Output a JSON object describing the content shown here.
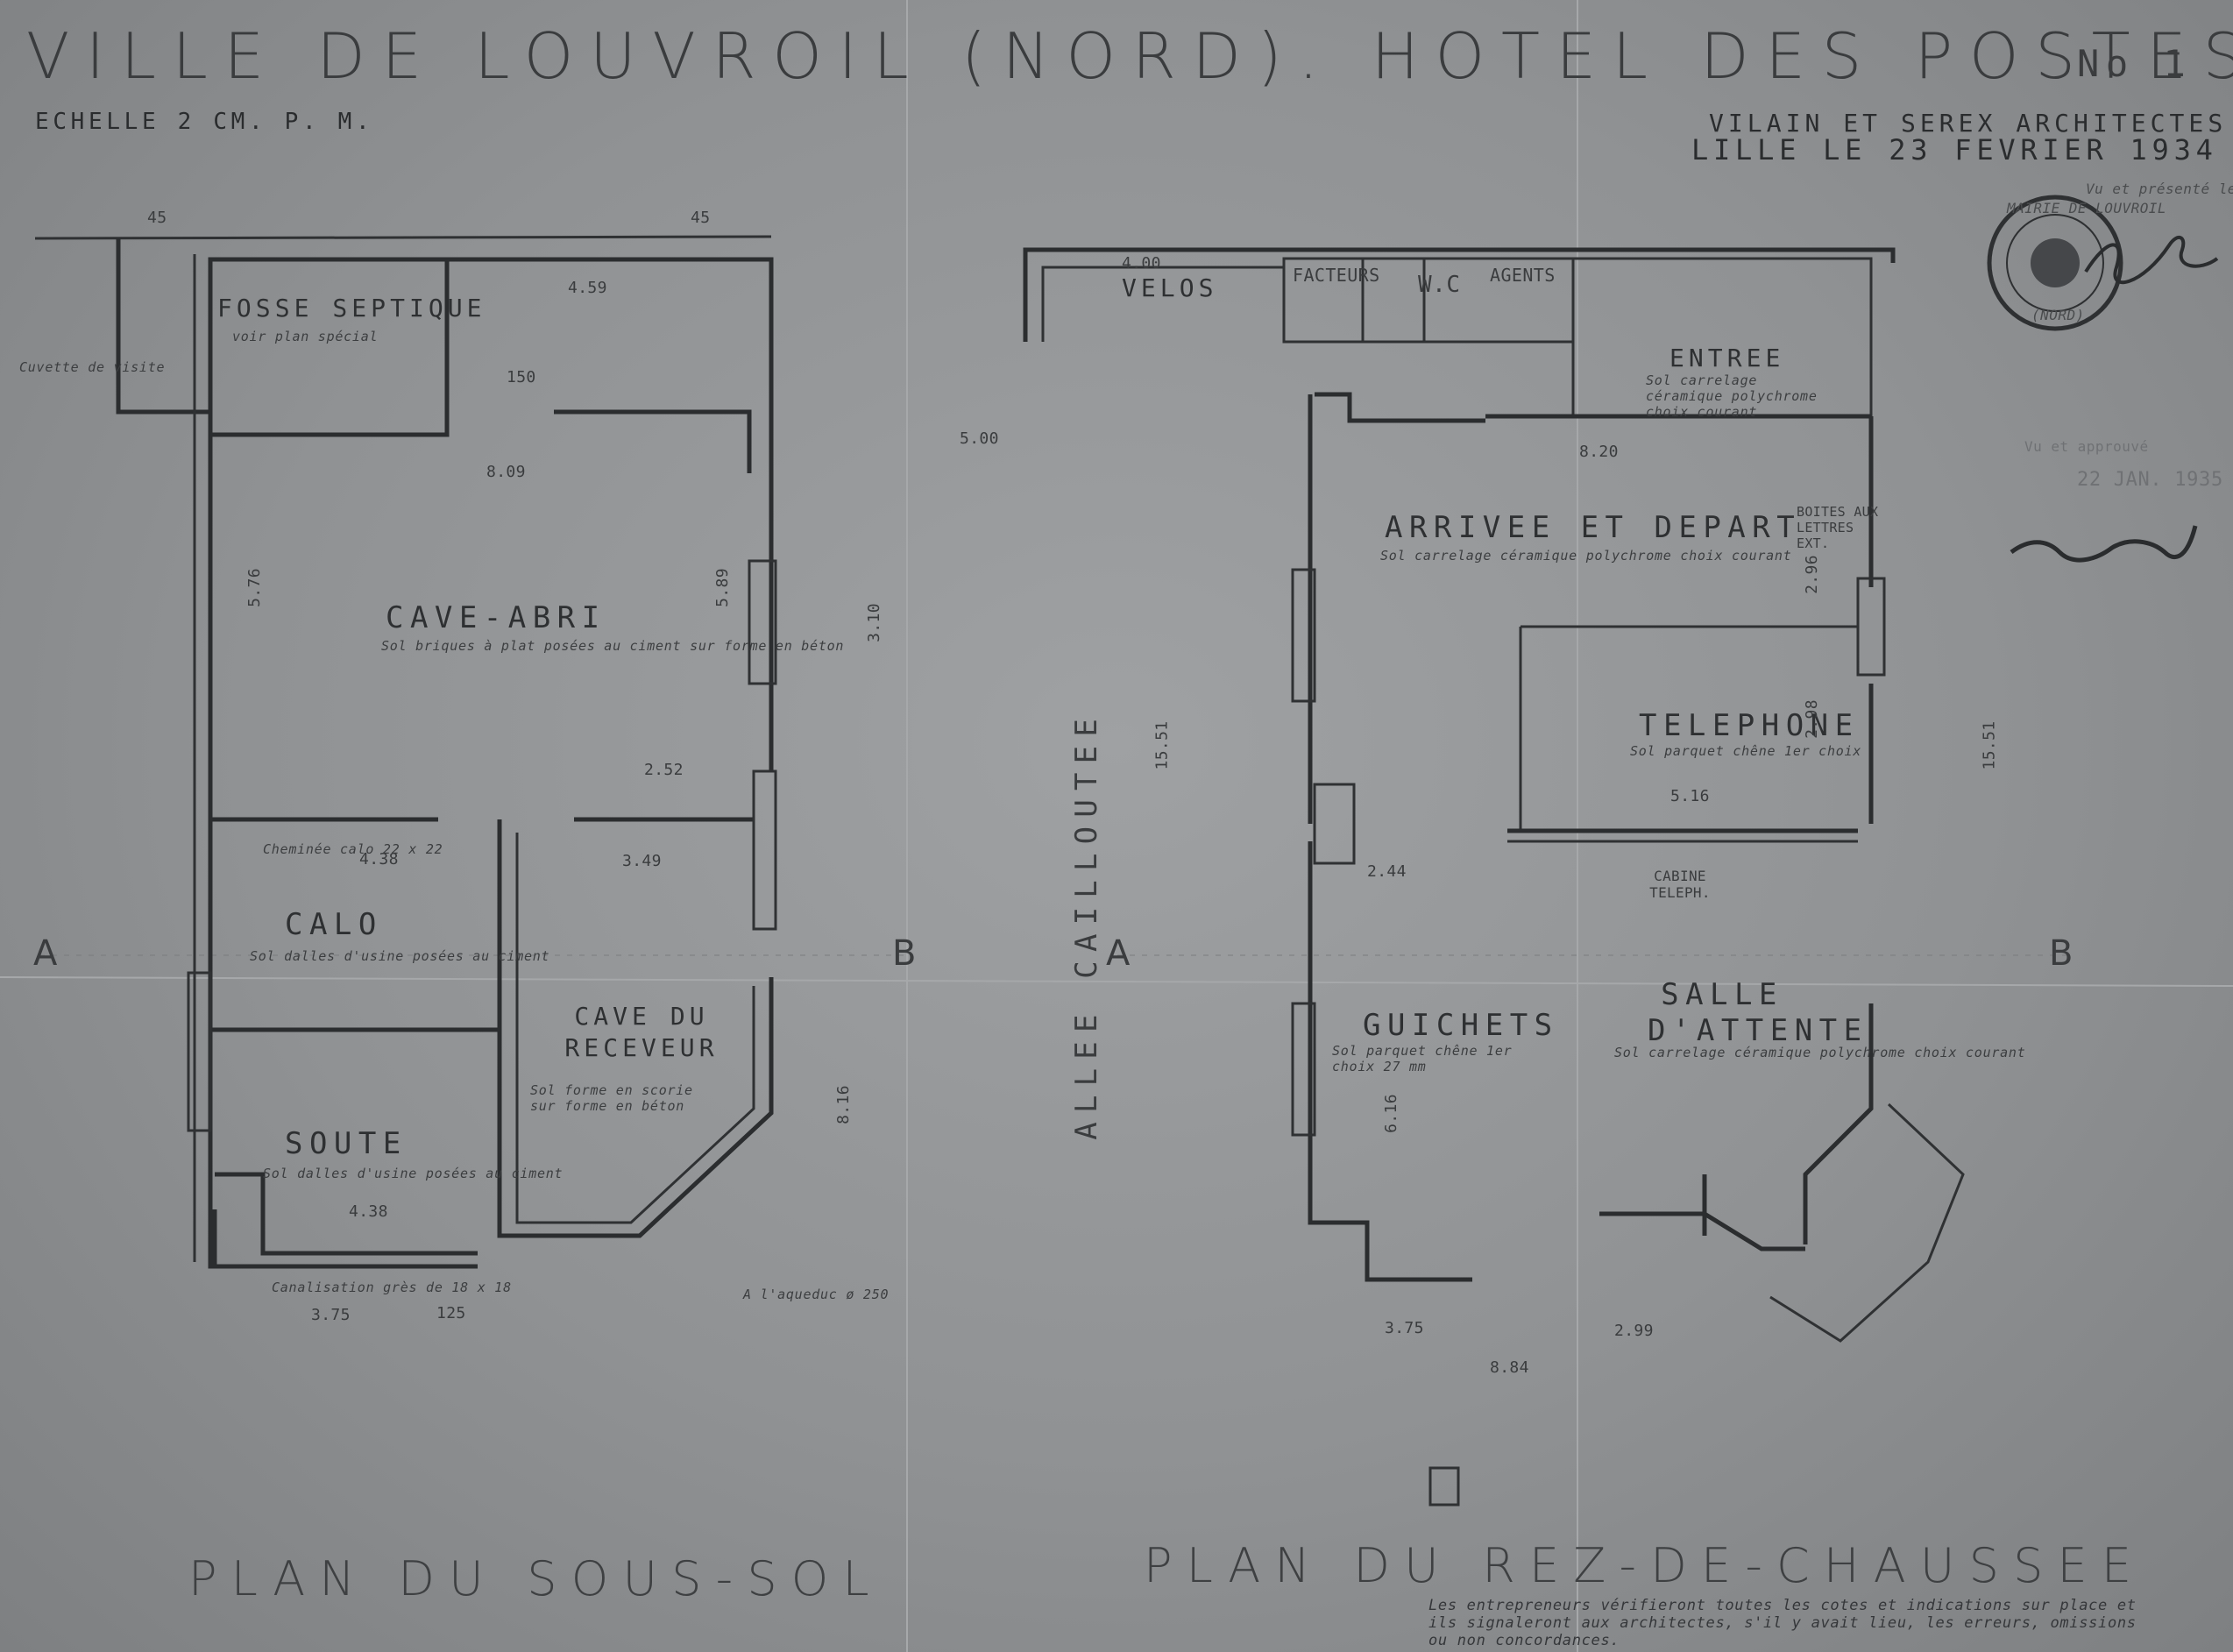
{
  "header": {
    "title": "VILLE DE LOUVROIL (NORD). HOTEL DES POSTES.",
    "sheet_no": "No 1",
    "scale": "ECHELLE 2 CM. P. M.",
    "architects": "VILAIN ET SEREX ARCHITECTES",
    "place_date": "LILLE LE 23 FEVRIER 1934"
  },
  "stamp": {
    "ring_text": "MAIRIE DE LOUVROIL",
    "sub_text": "(NORD)",
    "note": "Vu et présenté le Maire",
    "approval_note": "Vu et approuvé",
    "approval_date": "22 JAN. 1935"
  },
  "basement": {
    "title": "PLAN DU SOUS-SOL",
    "rooms": {
      "fosse_name": "FOSSE SEPTIQUE",
      "fosse_note": "voir plan spécial",
      "cave_abri_name": "CAVE-ABRI",
      "cave_abri_note": "Sol briques à plat posées au ciment sur forme en béton",
      "calo_name": "CALO",
      "calo_note": "Sol dalles d'usine posées au ciment",
      "cave_receveur_name": "CAVE DU RECEVEUR",
      "cave_receveur_note": "Sol forme en scorie sur forme en béton",
      "soute_name": "SOUTE",
      "soute_note": "Sol dalles d'usine posées au ciment",
      "cheminee_note": "Cheminée calo 22 x 22"
    },
    "dims": {
      "d_809": "8.09",
      "d_576": "5.76",
      "d_589": "5.89",
      "d_252": "2.52",
      "d_438a": "4.38",
      "d_349": "3.49",
      "d_816": "8.16",
      "d_438b": "4.38",
      "d_375": "3.75",
      "d_310": "3.10",
      "d_459": "4.59",
      "d_150": "150",
      "d_45a": "45",
      "d_45b": "45",
      "d_125": "125"
    },
    "notes": {
      "canalisation": "Canalisation grès de 18 x 18",
      "aqueduc": "A l'aqueduc ø 250",
      "cuvette": "Cuvette de visite"
    }
  },
  "ground_floor": {
    "title": "PLAN DU REZ-DE-CHAUSSEE",
    "rooms": {
      "velos_name": "VELOS",
      "facteurs_name": "FACTEURS",
      "wc_name": "W.C",
      "agents_name": "AGENTS",
      "entree_name": "ENTREE",
      "entree_note": "Sol carrelage céramique polychrome choix courant",
      "arrivee_name": "ARRIVEE ET DEPART",
      "arrivee_note": "Sol carrelage céramique polychrome choix courant",
      "boites_name": "BOITES AUX LETTRES EXT.",
      "telephone_name": "TELEPHONE",
      "telephone_note": "Sol parquet chêne 1er choix",
      "cabine_name": "CABINE TELEPH.",
      "guichets_name": "GUICHETS",
      "guichets_note": "Sol parquet chêne 1er choix 27 mm",
      "salle_name": "SALLE D'ATTENTE",
      "salle_note": "Sol carrelage céramique polychrome choix courant"
    },
    "alley": "ALLEE CAILLOUTEE",
    "dims": {
      "d_820": "8.20",
      "d_1551a": "15.51",
      "d_1551b": "15.51",
      "d_516": "5.16",
      "d_244": "2.44",
      "d_616": "6.16",
      "d_375": "3.75",
      "d_299": "2.99",
      "d_884": "8.84",
      "d_500": "5.00",
      "d_400": "4.00",
      "d_298": "2.98",
      "d_296": "2.96"
    }
  },
  "sections": {
    "a1": "A",
    "b1": "B",
    "a2": "A",
    "b2": "B"
  },
  "footer_note": "Les entrepreneurs vérifieront toutes les cotes et indications sur place et ils signaleront aux architectes, s'il y avait lieu, les erreurs, omissions ou non concordances."
}
